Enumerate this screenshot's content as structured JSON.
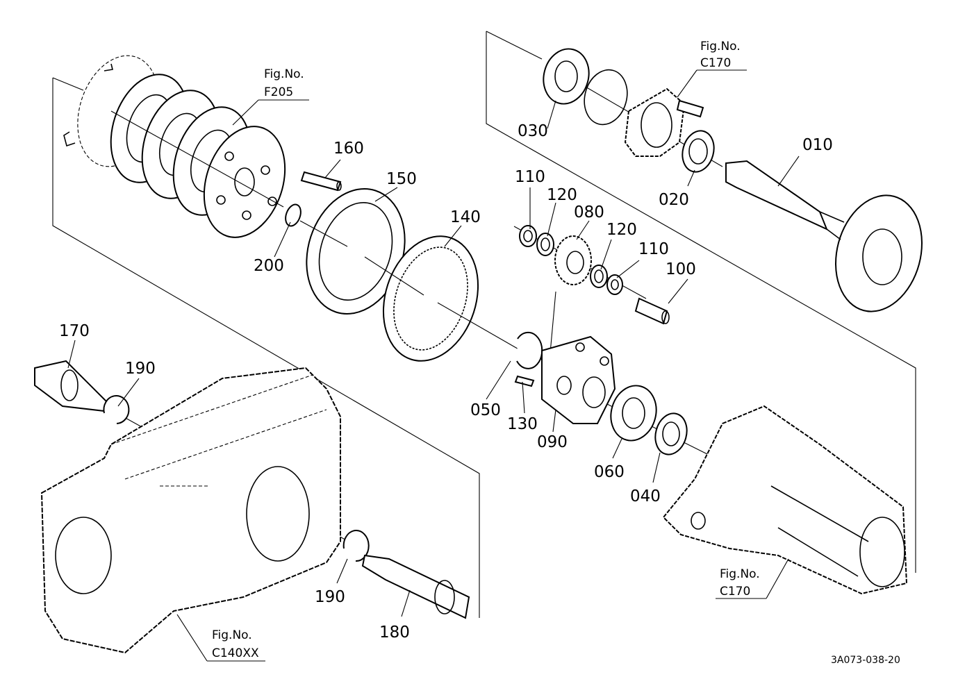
{
  "parts": {
    "p010": "010",
    "p020": "020",
    "p030": "030",
    "p040": "040",
    "p050": "050",
    "p060": "060",
    "p080": "080",
    "p090": "090",
    "p100": "100",
    "p110a": "110",
    "p110b": "110",
    "p120a": "120",
    "p120b": "120",
    "p130": "130",
    "p140": "140",
    "p150": "150",
    "p160": "160",
    "p170": "170",
    "p180": "180",
    "p190a": "190",
    "p190b": "190",
    "p200": "200"
  },
  "figrefs": {
    "f205": {
      "label": "Fig.No.",
      "code": "F205"
    },
    "c170_top": {
      "label": "Fig.No.",
      "code": "C170"
    },
    "c170_bottom": {
      "label": "Fig.No.",
      "code": "C170"
    },
    "c140xx": {
      "label": "Fig.No.",
      "code": "C140XX"
    }
  },
  "drawing_code": "3A073-038-20"
}
